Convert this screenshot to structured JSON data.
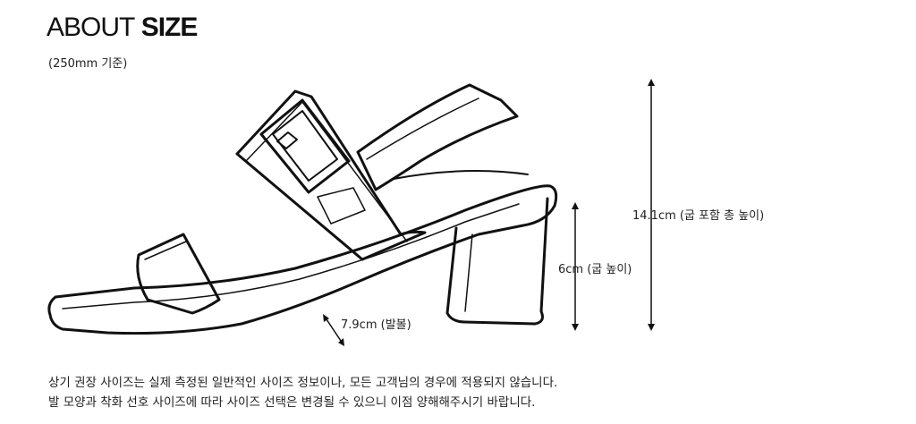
{
  "header": {
    "title_light": "ABOUT",
    "title_bold": "SIZE",
    "subtitle": "(250mm 기준)"
  },
  "measurements": {
    "total_height": "14.1cm (굽 포함 총 높이)",
    "heel_height": "6cm (굽 높이)",
    "foot_width": "7.9cm (발볼)"
  },
  "notes": {
    "line1": "상기 권장 사이즈는 실제 측정된 일반적인 사이즈 정보이나, 모든 고객님의 경우에 적용되지 않습니다.",
    "line2": "발 모양과 착화 선호 사이즈에 따라 사이즈 선택은 변경될 수 있으니 이점 양해해주시기 바랍니다."
  }
}
